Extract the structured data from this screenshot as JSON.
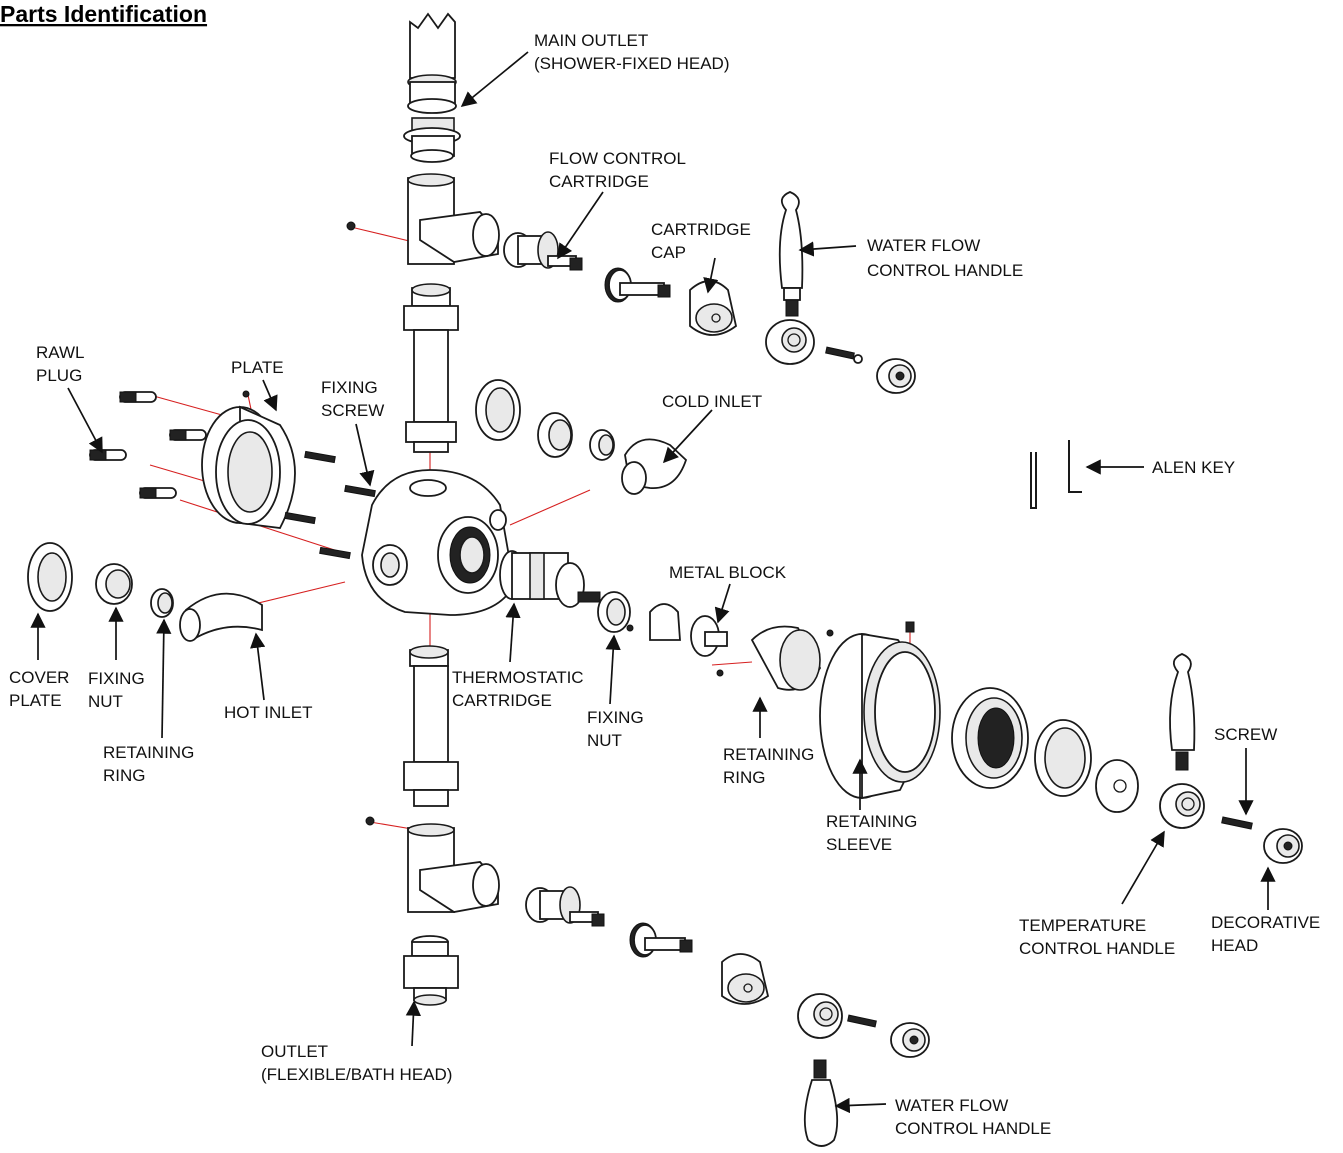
{
  "title": "Parts Identification",
  "labels": {
    "main_outlet": [
      "MAIN OUTLET",
      "(SHOWER-FIXED HEAD)"
    ],
    "flow_control_cartridge": [
      "FLOW CONTROL",
      "CARTRIDGE"
    ],
    "cartridge_cap": [
      "CARTRIDGE",
      "CAP"
    ],
    "water_flow_handle_top": [
      "WATER FLOW",
      "CONTROL HANDLE"
    ],
    "rawl_plug": [
      "RAWL",
      "PLUG"
    ],
    "plate": [
      "PLATE"
    ],
    "fixing_screw": [
      "FIXING",
      "SCREW"
    ],
    "cold_inlet": [
      "COLD INLET"
    ],
    "alen_key": [
      "ALEN KEY"
    ],
    "metal_block": [
      "METAL BLOCK"
    ],
    "cover_plate": [
      "COVER",
      "PLATE"
    ],
    "fixing_nut_left": [
      "FIXING",
      "NUT"
    ],
    "hot_inlet": [
      "HOT INLET"
    ],
    "retaining_ring_left": [
      "RETAINING",
      "RING"
    ],
    "thermostatic_cartridge": [
      "THERMOSTATIC",
      "CARTRIDGE"
    ],
    "fixing_nut_mid": [
      "FIXING",
      "NUT"
    ],
    "retaining_ring_right": [
      "RETAINING",
      "RING"
    ],
    "retaining_sleeve": [
      "RETAINING",
      "SLEEVE"
    ],
    "screw": [
      "SCREW"
    ],
    "temperature_control_handle": [
      "TEMPERATURE",
      "CONTROL HANDLE"
    ],
    "decorative_head": [
      "DECORATIVE",
      "HEAD"
    ],
    "outlet_bottom": [
      "OUTLET",
      "(FLEXIBLE/BATH HEAD)"
    ],
    "water_flow_handle_bottom": [
      "WATER FLOW",
      "CONTROL HANDLE"
    ]
  },
  "colors": {
    "axis_line": "#d62020",
    "ink": "#111111"
  }
}
